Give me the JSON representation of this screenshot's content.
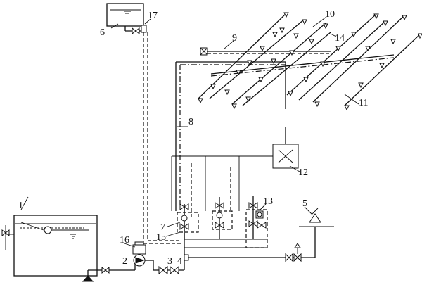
{
  "labels": {
    "n1": "1",
    "n2": "2",
    "n3": "3",
    "n4": "4",
    "n5": "5",
    "n6": "6",
    "n7": "7",
    "n8": "8",
    "n9": "9",
    "n10": "10",
    "n11": "11",
    "n12": "12",
    "n13": "13",
    "n14": "14",
    "n15": "15",
    "n16": "16",
    "n17": "17"
  }
}
